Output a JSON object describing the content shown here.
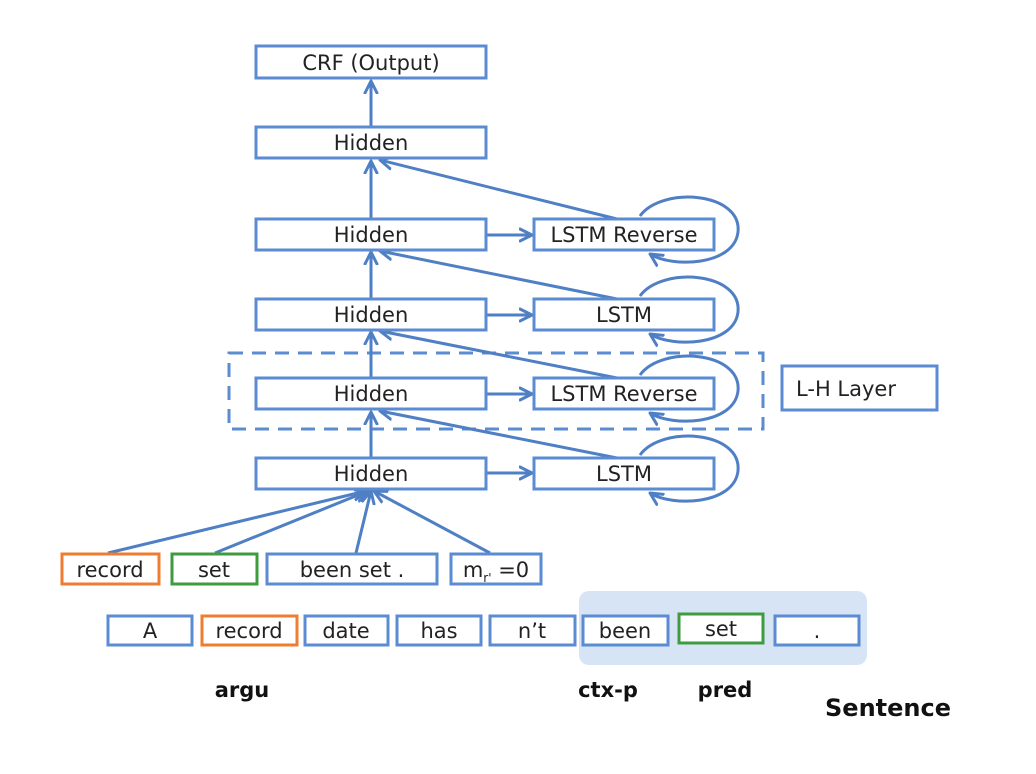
{
  "colors": {
    "box_blue": "#5b8bd0",
    "arrow_blue": "#4f7fc4",
    "argu_orange": "#ef7d31",
    "pred_green": "#3f9b3f",
    "context_fill": "#d6e4f6"
  },
  "stack": {
    "crf": "CRF  (Output)",
    "hidden_labels": [
      "Hidden",
      "Hidden",
      "Hidden",
      "Hidden",
      "Hidden"
    ],
    "lstm_labels": [
      "LSTM Reverse",
      "LSTM",
      "LSTM Reverse",
      "LSTM"
    ],
    "lh_layer": "L-H Layer"
  },
  "features": {
    "argu": "record",
    "pred": "set",
    "ctx": "been set .",
    "mark_prefix": "m",
    "mark_sub": "r'",
    "mark_suffix": " =0"
  },
  "sentence": {
    "tokens": [
      "A",
      "record",
      "date",
      "has",
      "n’t",
      "been",
      "set",
      "."
    ]
  },
  "captions": {
    "argu": "argu",
    "ctx": "ctx-p",
    "pred": "pred",
    "sentence": "Sentence"
  }
}
